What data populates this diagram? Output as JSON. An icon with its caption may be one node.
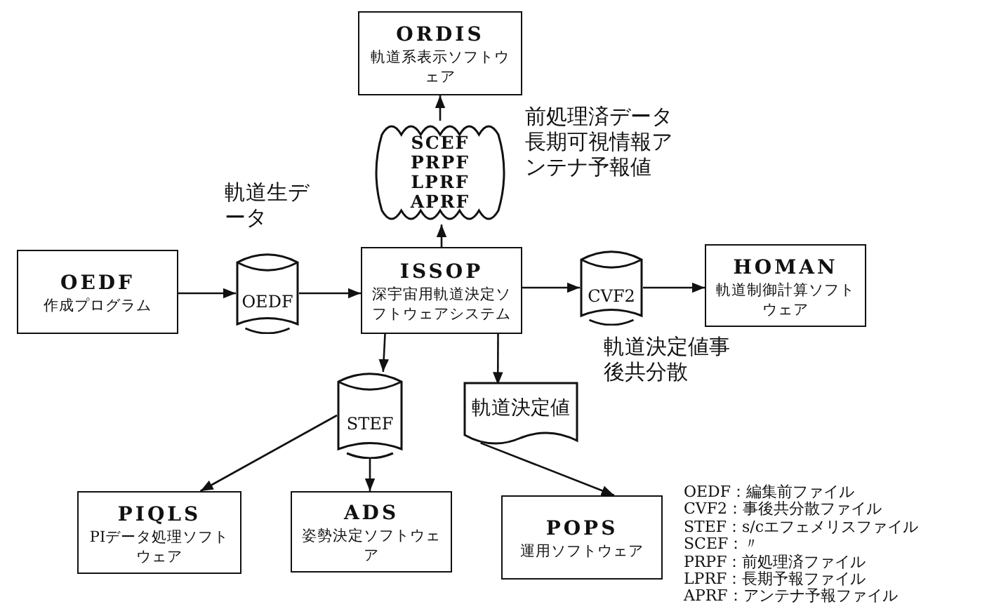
{
  "diagram": {
    "nodes": [
      {
        "text": [
          "ORDIS",
          "軌道系表示ソフトウェア"
        ]
      },
      {
        "text": [
          "SCEF PRPF LPRF APRF"
        ],
        "beside": [
          "前処理済データ長期可視情報アンテナ予報値"
        ]
      },
      {
        "text": [
          "OEDF",
          "作成プログラム"
        ]
      },
      {
        "text": [
          "OEDF"
        ],
        "beside": [
          "軌道生データ"
        ]
      },
      {
        "text": [
          "ISSOP",
          "深宇宙用軌道決定ソフトウェアシステム"
        ]
      },
      {
        "text": [
          "CVF2"
        ],
        "beside": [
          "軌道決定値事後共分散"
        ]
      },
      {
        "text": [
          "HOMAN",
          "軌道制御計算ソフトウェア"
        ]
      },
      {
        "text": [
          "STEF"
        ]
      },
      {
        "text": [
          "軌道決定値"
        ]
      },
      {
        "text": [
          "PIQLS",
          "PIデータ処理ソフトウェア"
        ]
      },
      {
        "text": [
          "ADS",
          "姿勢決定ソフトウェア"
        ]
      },
      {
        "text": [
          "POPS",
          "運用ソフトウェア"
        ]
      }
    ],
    "edges": [
      {
        "from": 1,
        "to": 0,
        "arrow": "to"
      },
      {
        "from": 4,
        "to": 1,
        "arrow": "to"
      },
      {
        "from": 2,
        "to": 3,
        "arrow": "to"
      },
      {
        "from": 3,
        "to": 4,
        "arrow": "to"
      },
      {
        "from": 4,
        "to": 5,
        "arrow": "to"
      },
      {
        "from": 5,
        "to": 6,
        "arrow": "to"
      },
      {
        "from": 4,
        "to": 7,
        "arrow": "to"
      },
      {
        "from": 4,
        "to": 8,
        "arrow": "to"
      },
      {
        "from": 7,
        "to": 9,
        "arrow": "to"
      },
      {
        "from": 7,
        "to": 10,
        "arrow": "to"
      },
      {
        "from": 8,
        "to": 11,
        "arrow": "to"
      }
    ],
    "labels": [
      "OEDF：編集前ファイル",
      "CVF2：事後共分散ファイル",
      "STEF：s/cエフェメリスファイル",
      "SCEF：〃",
      "PRPF：前処理済ファイル",
      "LPRF：長期予報ファイル",
      "APRF：アンテナ予報ファイル"
    ]
  }
}
